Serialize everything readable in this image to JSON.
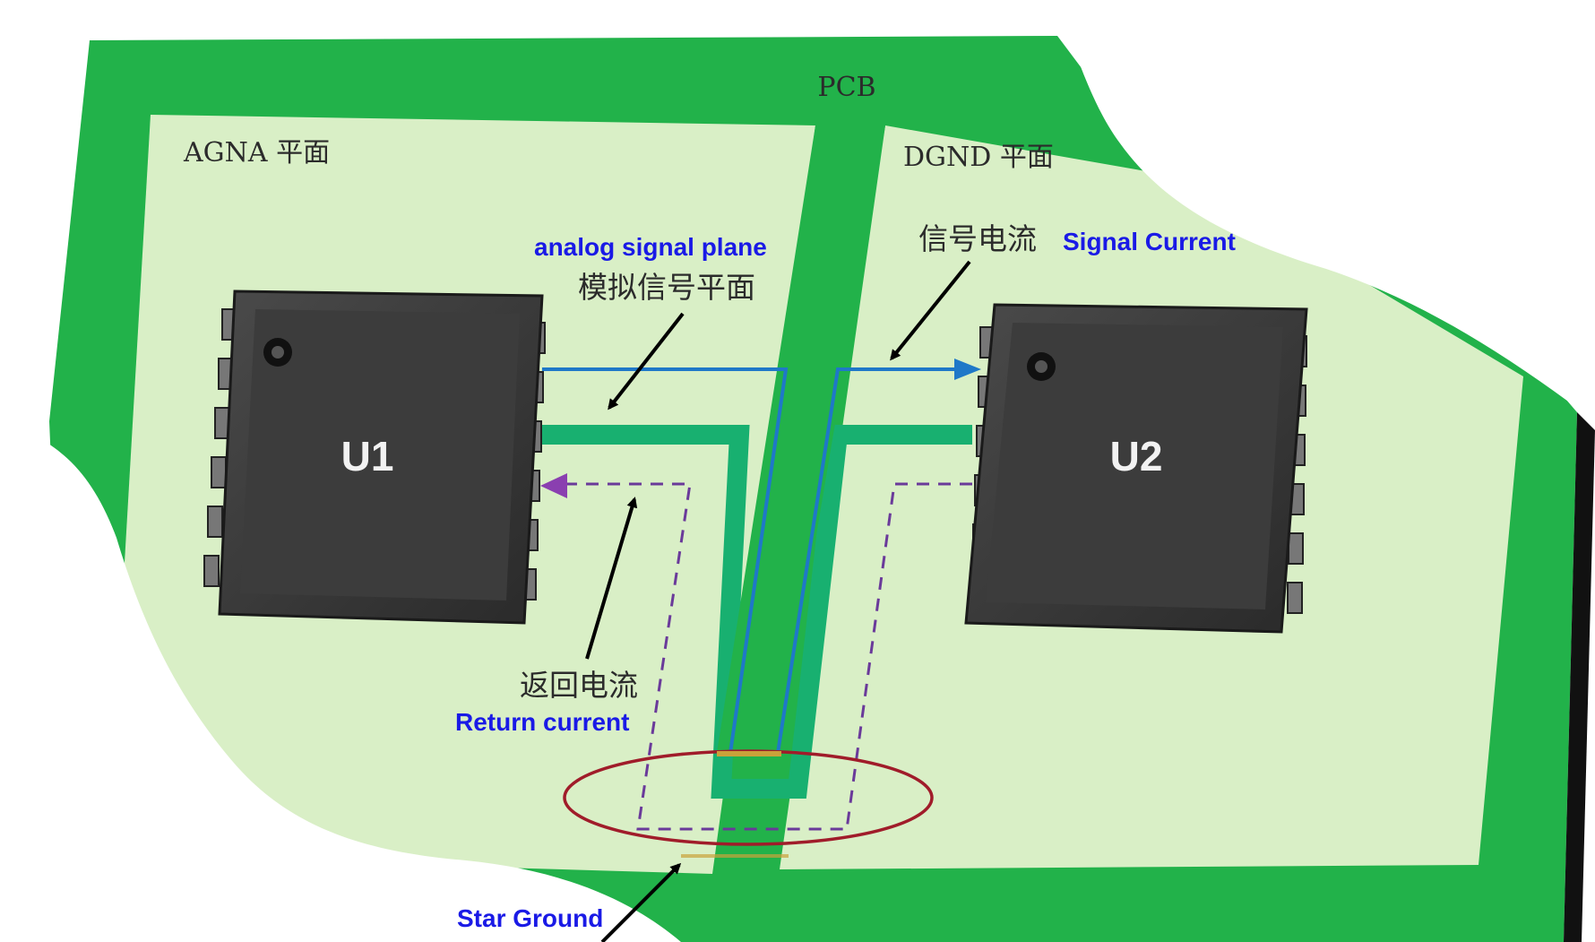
{
  "board": {
    "pcb_label": "PCB",
    "agnd_plane_label": "AGNA 平面",
    "dgnd_plane_label": "DGND 平面"
  },
  "chips": {
    "u1_label": "U1",
    "u2_label": "U2"
  },
  "annotations": {
    "analog_signal_plane_en": "analog signal plane",
    "analog_signal_plane_zh": "模拟信号平面",
    "signal_current_zh": "信号电流",
    "signal_current_en": "Signal Current",
    "return_current_zh": "返回电流",
    "return_current_en": "Return current",
    "star_ground_en": "Star Ground"
  },
  "colors": {
    "pcb_green": "#22b24a",
    "plane_light": "#d9efc6",
    "trace_green": "#18b070",
    "signal_blue": "#1f78c8",
    "return_purple": "#7b3fa0",
    "label_blue": "#1a1ae6",
    "ellipse_red": "#a01c2a",
    "chip_dark": "#3a3a3a"
  }
}
